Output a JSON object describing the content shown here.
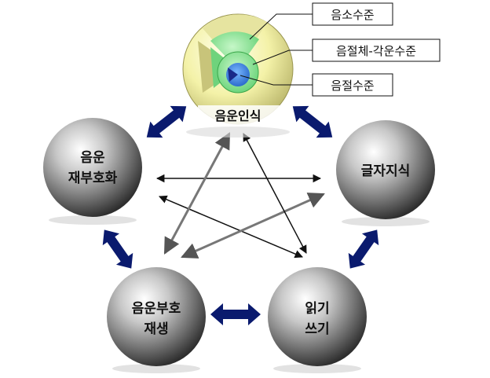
{
  "layers": {
    "outer": "음소수준",
    "middle": "음절체-각운수준",
    "inner": "음절수준"
  },
  "nodes": {
    "top": "음운인식",
    "left_line1": "음운",
    "left_line2": "재부호화",
    "right": "글자지식",
    "bottom_left_line1": "음운부호",
    "bottom_left_line2": "재생",
    "bottom_right_line1": "읽기",
    "bottom_right_line2": "쓰기"
  },
  "colors": {
    "sphere_outer": "#f2f0a0",
    "layer_middle": "#8fe39a",
    "layer_inner": "#2a7bd6",
    "layer_core": "#1a2a8a",
    "big_arrow": "#0a1a6e"
  }
}
